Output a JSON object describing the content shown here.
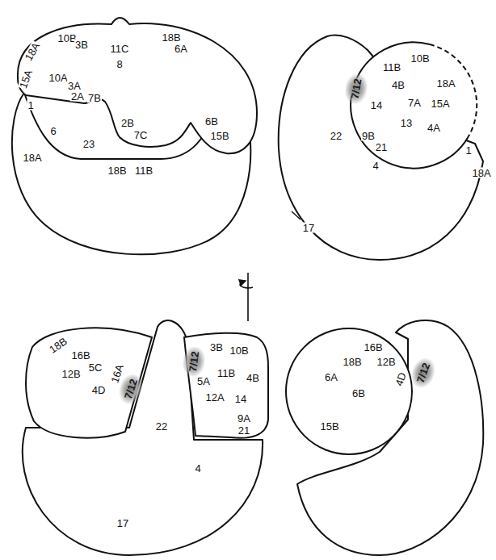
{
  "diagram": {
    "labels": [
      "10B",
      "3B",
      "11C",
      "18B",
      "6A",
      "18A",
      "8",
      "15A",
      "10A",
      "3A",
      "2A",
      "7B",
      "6B",
      "15B",
      "1",
      "6",
      "2B",
      "7C",
      "23",
      "18A",
      "18B",
      "11B",
      "7/12",
      "11B",
      "10B",
      "4B",
      "18A",
      "14",
      "7A",
      "15A",
      "13",
      "4A",
      "22",
      "9B",
      "21",
      "1",
      "18A",
      "4",
      "17",
      "18B",
      "16B",
      "5C",
      "12B",
      "16A",
      "7/12",
      "4D",
      "7/12",
      "3B",
      "10B",
      "5A",
      "11B",
      "4B",
      "12A",
      "14",
      "9A",
      "21",
      "22",
      "4",
      "17",
      "16B",
      "18B",
      "12B",
      "6A",
      "6B",
      "4D",
      "7/12",
      "15B"
    ]
  }
}
